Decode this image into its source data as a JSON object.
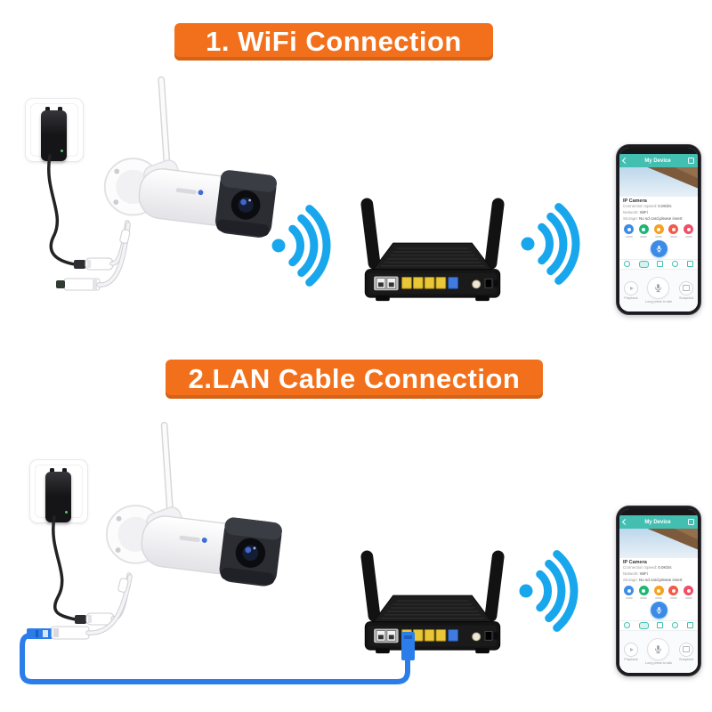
{
  "sections": [
    {
      "id": "wifi-connection",
      "banner": "1. WiFi Connection"
    },
    {
      "id": "lan-cable-connection",
      "banner": "2.LAN Cable Connection"
    }
  ],
  "phone_app": {
    "header_title": "My Device",
    "device_title": "IP Camera",
    "info_lines": [
      {
        "label": "Connection Speed:",
        "value": "0.0Kb/s"
      },
      {
        "label": "Network:",
        "value": "WiFi"
      },
      {
        "label": "Storage:",
        "value": "No sd card,please insert"
      }
    ],
    "feature_icons": [
      {
        "name": "cloud-icon",
        "color": "#3C8CE7"
      },
      {
        "name": "record-icon",
        "color": "#21B573"
      },
      {
        "name": "bell-icon",
        "color": "#F5A31E"
      },
      {
        "name": "alarm-icon",
        "color": "#F25A4A"
      },
      {
        "name": "alert-icon",
        "color": "#F04E68"
      }
    ],
    "controls": {
      "playback": "Playback",
      "talk_hint": "Long press to talk",
      "snapshot": "Snapshot"
    }
  },
  "colors": {
    "banner_orange": "#F2701B",
    "wifi_blue": "#18A6EC",
    "lan_cable_blue": "#2B7DE9",
    "app_teal": "#43BFB2",
    "mic_blue": "#3C8CE7",
    "router_lan_port_yellow": "#E9C737",
    "router_wan_port_blue": "#3F7BE0"
  }
}
